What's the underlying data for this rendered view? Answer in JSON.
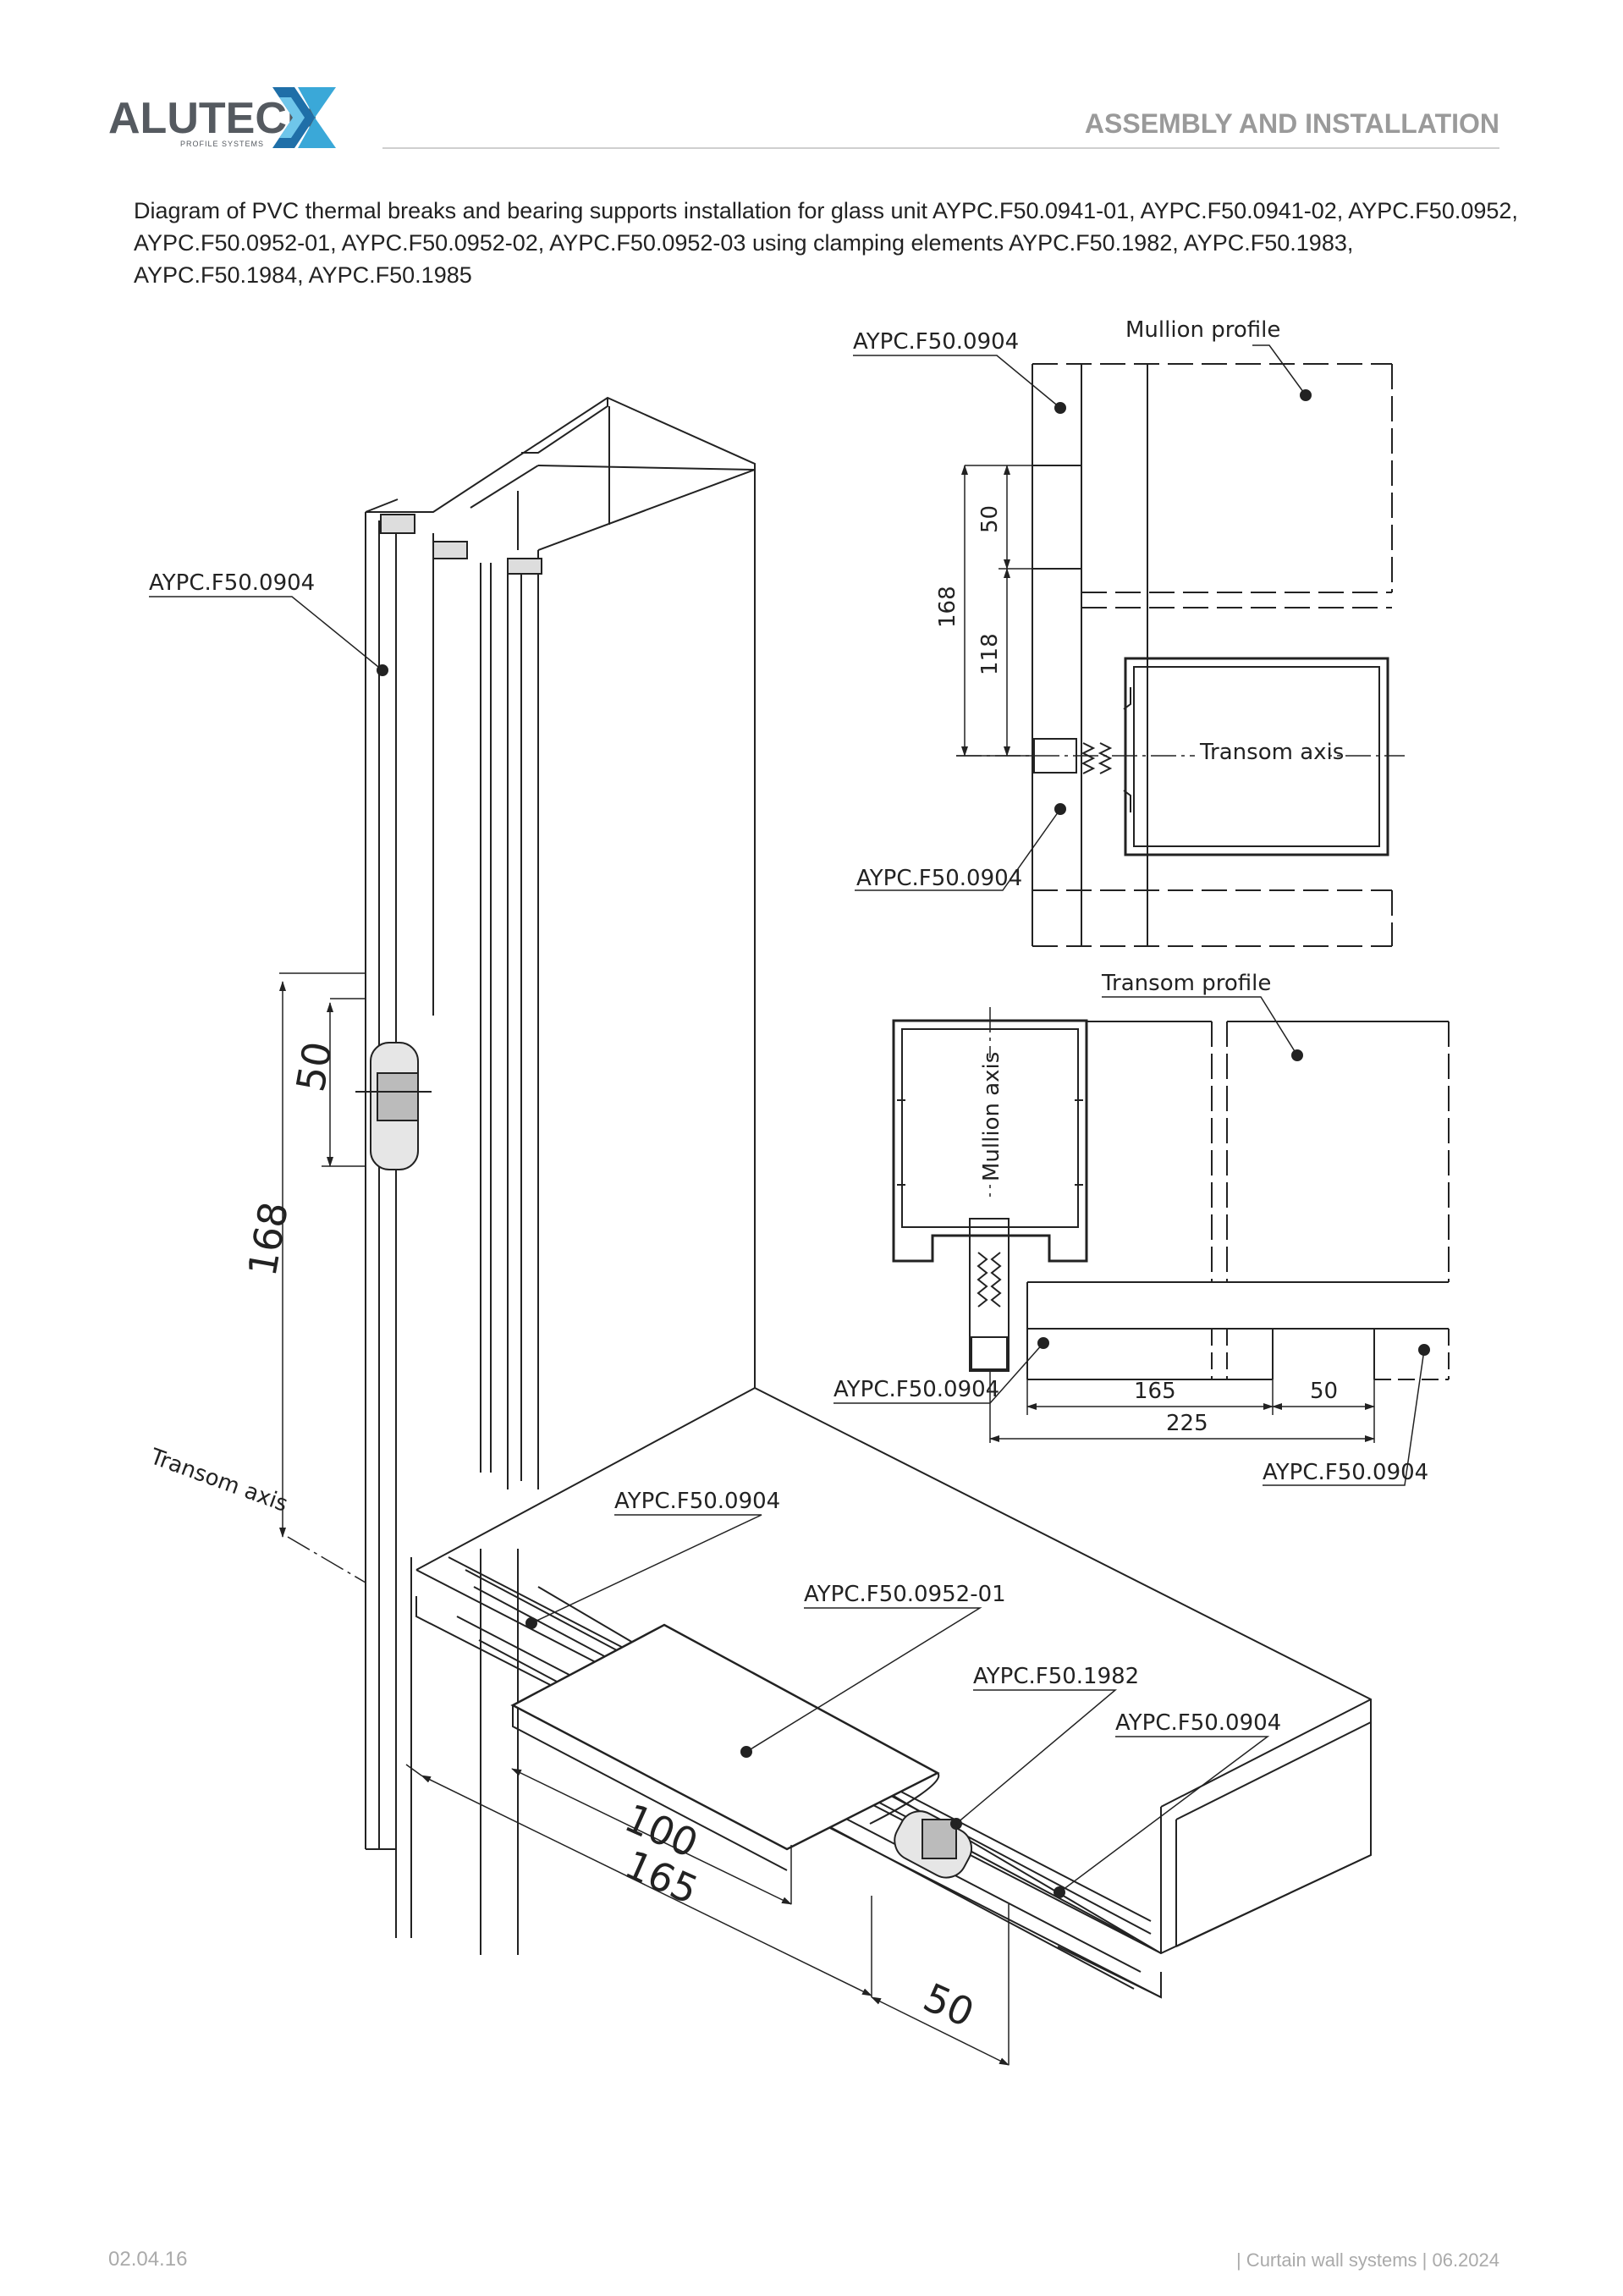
{
  "header": {
    "brand": "ALUTECH",
    "brand_sub": "PROFILE SYSTEMS",
    "section_title": "ASSEMBLY AND INSTALLATION"
  },
  "description": {
    "line1": "Diagram of PVC thermal breaks and bearing supports installation for glass unit AYPC.F50.0941-01, AYPC.F50.0941-02, AYPC.F50.0952,",
    "line2": "AYPC.F50.0952-01, AYPC.F50.0952-02, AYPC.F50.0952-03 using clamping elements AYPC.F50.1982, AYPC.F50.1983,",
    "line3": "AYPC.F50.1984, AYPC.F50.1985"
  },
  "top_view": {
    "callout_top": "AYPC.F50.0904",
    "mullion_profile": "Mullion profile",
    "dim_50": "50",
    "dim_168": "168",
    "dim_118": "118",
    "transom_axis": "Transom axis",
    "callout_bottom": "AYPC.F50.0904"
  },
  "side_view": {
    "transom_profile": "Transom profile",
    "mullion_axis": "Mullion axis",
    "callout_left": "AYPC.F50.0904",
    "dim_165": "165",
    "dim_50": "50",
    "dim_225": "225",
    "callout_right": "AYPC.F50.0904"
  },
  "iso_view": {
    "callout_left": "AYPC.F50.0904",
    "dim_50": "50",
    "dim_168": "168",
    "transom_axis": "Transom axis",
    "callout_spacer": "AYPC.F50.0904",
    "callout_glass": "AYPC.F50.0952-01",
    "callout_clamp": "AYPC.F50.1982",
    "callout_break": "AYPC.F50.0904",
    "dim_100": "100",
    "dim_165": "165",
    "dim_50b": "50"
  },
  "footer": {
    "page_number": "02.04.16",
    "doc_info": "| Curtain wall systems | 06.2024"
  },
  "colors": {
    "logo_blue": "#3aa8d8",
    "logo_dark_blue": "#1f6fa8",
    "text_gray": "#9a9a9a",
    "line": "#222222"
  }
}
